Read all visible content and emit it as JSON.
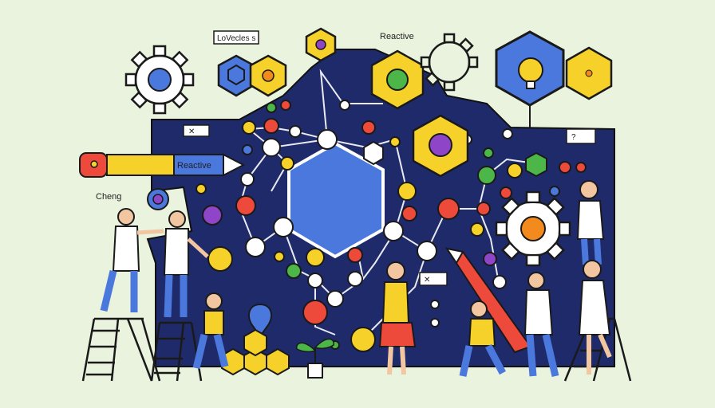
{
  "labels": {
    "top_left_tag": "LoVecles s",
    "top_center": "Reactive",
    "pencil_text": "Reactive",
    "left_name": "Cheng",
    "question_tag": "?",
    "small_tag_1": "✕",
    "small_tag_2": "✕"
  },
  "colors": {
    "background": "#e9f3dd",
    "board": "#1f2a6b",
    "blue_hex": "#4a78dc",
    "yellow": "#f6d12a",
    "red": "#ee4a3c",
    "green": "#4cb648",
    "purple": "#8e45c8",
    "orange": "#f28a1e",
    "outline": "#1a1a1a"
  },
  "icons": [
    "gear-icon",
    "hexagon-icon",
    "lightbulb-icon",
    "pencil-icon",
    "plant-icon",
    "ladder-icon",
    "location-pin-icon"
  ]
}
